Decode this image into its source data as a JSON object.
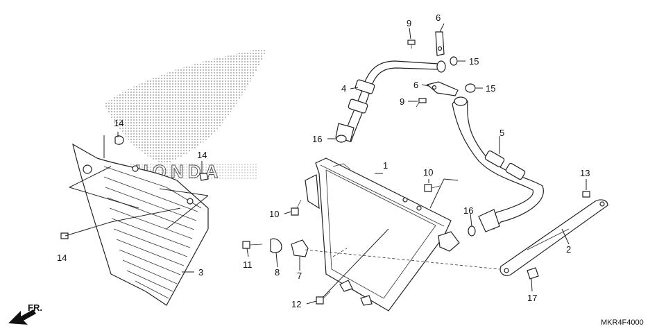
{
  "diagram": {
    "code": "MKR4F4000",
    "front_label": "FR.",
    "logo_text": "HONDA",
    "callouts": {
      "c1": "1",
      "c2": "2",
      "c3": "3",
      "c4": "4",
      "c5": "5",
      "c6a": "6",
      "c6b": "6",
      "c7": "7",
      "c8": "8",
      "c9a": "9",
      "c9b": "9",
      "c10a": "10",
      "c10b": "10",
      "c11": "11",
      "c12": "12",
      "c13": "13",
      "c14a": "14",
      "c14b": "14",
      "c14c": "14",
      "c15a": "15",
      "c15b": "15",
      "c16a": "16",
      "c16b": "16",
      "c17": "17"
    }
  }
}
